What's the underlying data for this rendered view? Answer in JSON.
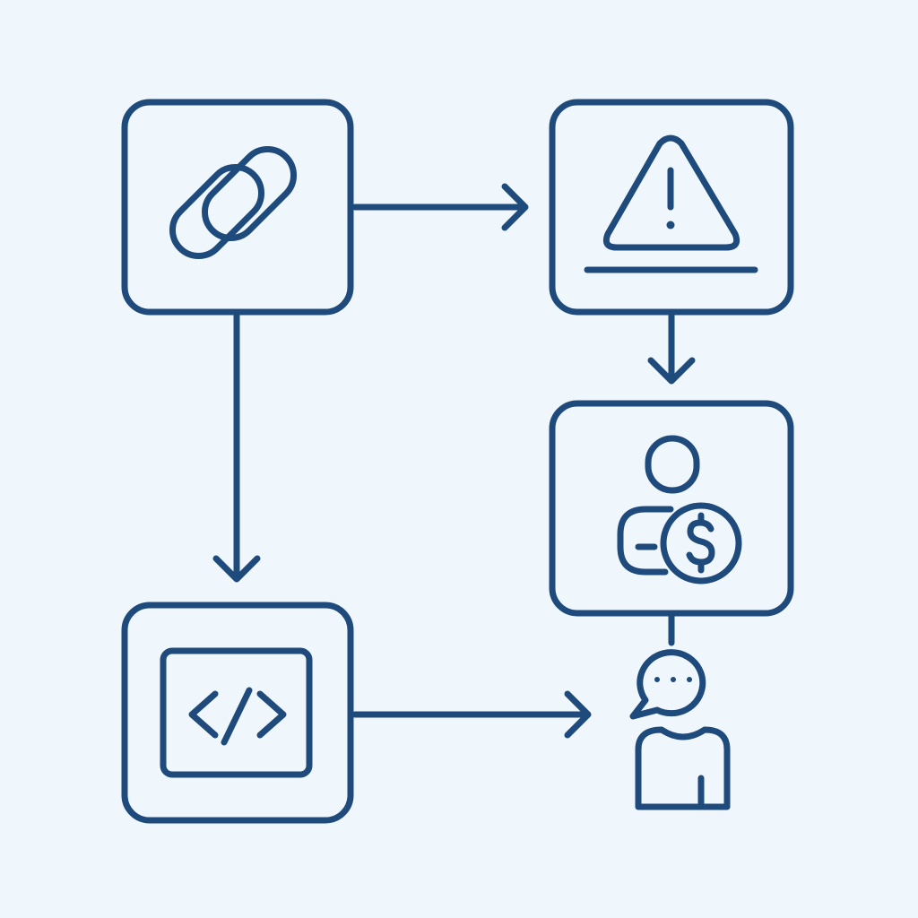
{
  "colors": {
    "background": "#f0f7fc",
    "stroke": "#1f4a7c",
    "node_fill": "#f0f7fc"
  },
  "nodes": [
    {
      "id": "link",
      "icon": "chain-link-icon"
    },
    {
      "id": "warning",
      "icon": "warning-triangle-icon"
    },
    {
      "id": "payment",
      "icon": "user-dollar-icon"
    },
    {
      "id": "code",
      "icon": "code-window-icon"
    },
    {
      "id": "user",
      "icon": "user-speech-bubble-icon"
    }
  ],
  "edges": [
    {
      "from": "link",
      "to": "warning",
      "arrow": true
    },
    {
      "from": "warning",
      "to": "payment",
      "arrow": true
    },
    {
      "from": "payment",
      "to": "user",
      "arrow": false
    },
    {
      "from": "link",
      "to": "code",
      "arrow": true
    },
    {
      "from": "code",
      "to": "user",
      "arrow": true
    }
  ]
}
